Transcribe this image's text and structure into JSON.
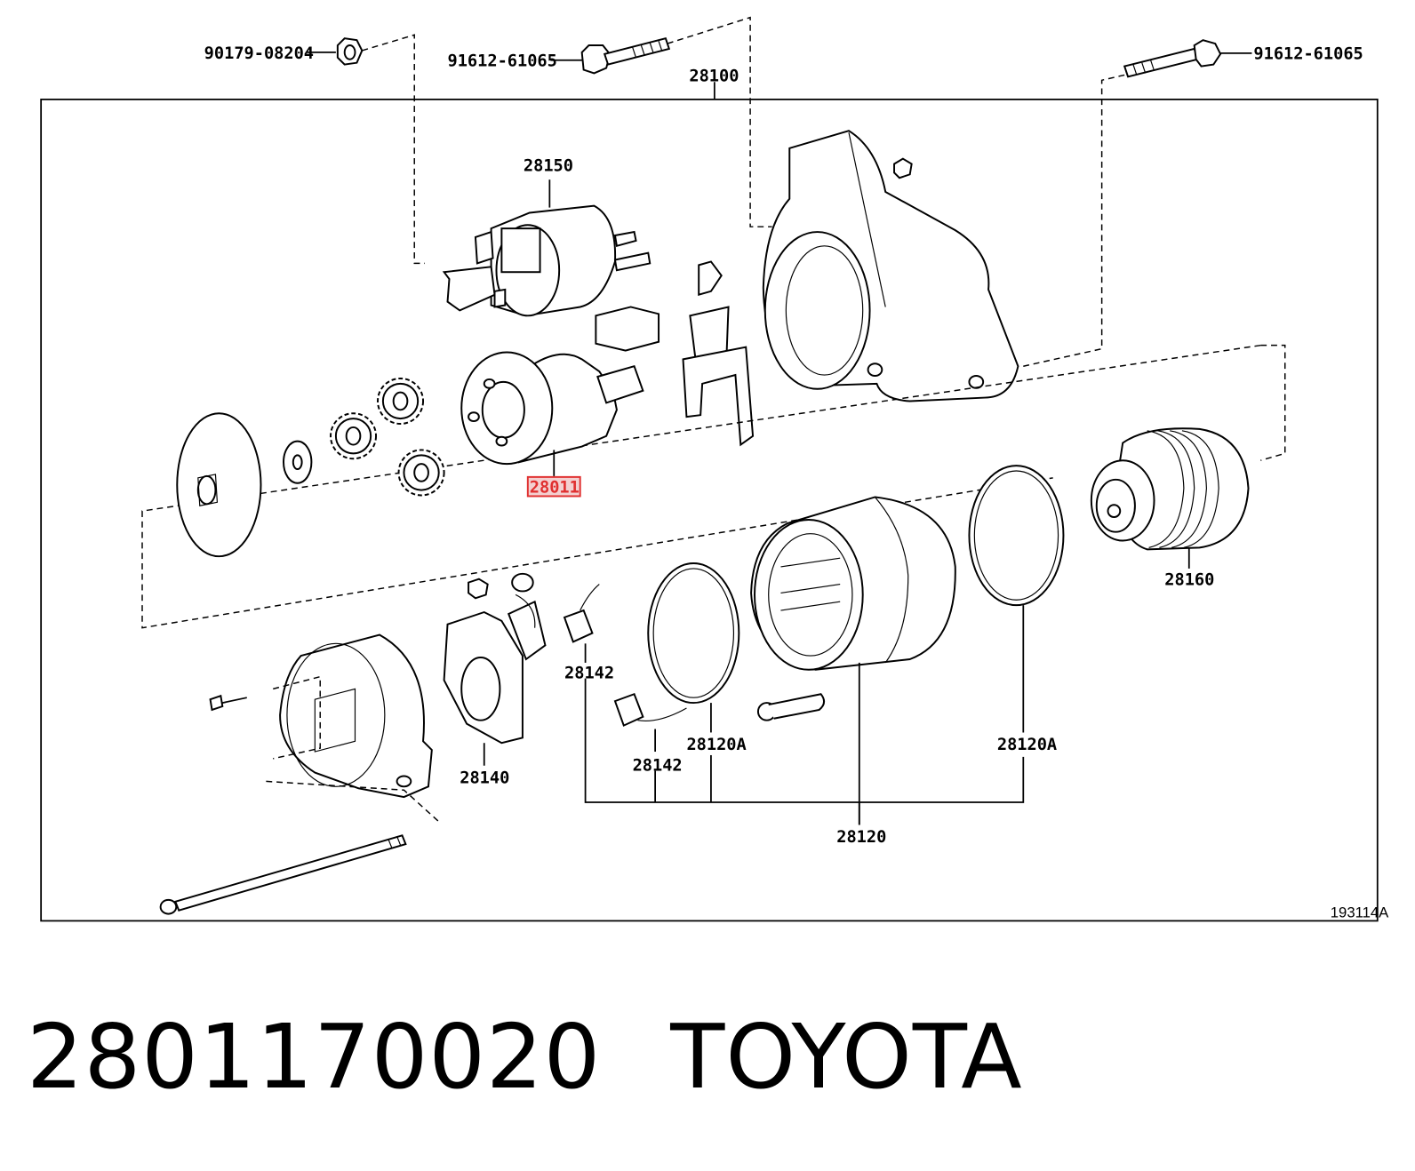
{
  "diagram": {
    "reference_code": "193114A",
    "highlighted_part": "28011",
    "highlight_color": "#e03030",
    "labels": {
      "nut_top": "90179-08204",
      "bolt_top_center": "91612-61065",
      "bolt_top_right": "91612-61065",
      "starter_assembly": "28100",
      "solenoid": "28150",
      "drive_housing_part": "28011",
      "clutch": "28160",
      "brush_holder": "28140",
      "brush_upper": "28142",
      "brush_lower": "28142",
      "oring_left": "28120A",
      "oring_right": "28120A",
      "yoke": "28120"
    }
  },
  "caption": {
    "part_number": "2801170020",
    "brand": "TOYOTA"
  }
}
